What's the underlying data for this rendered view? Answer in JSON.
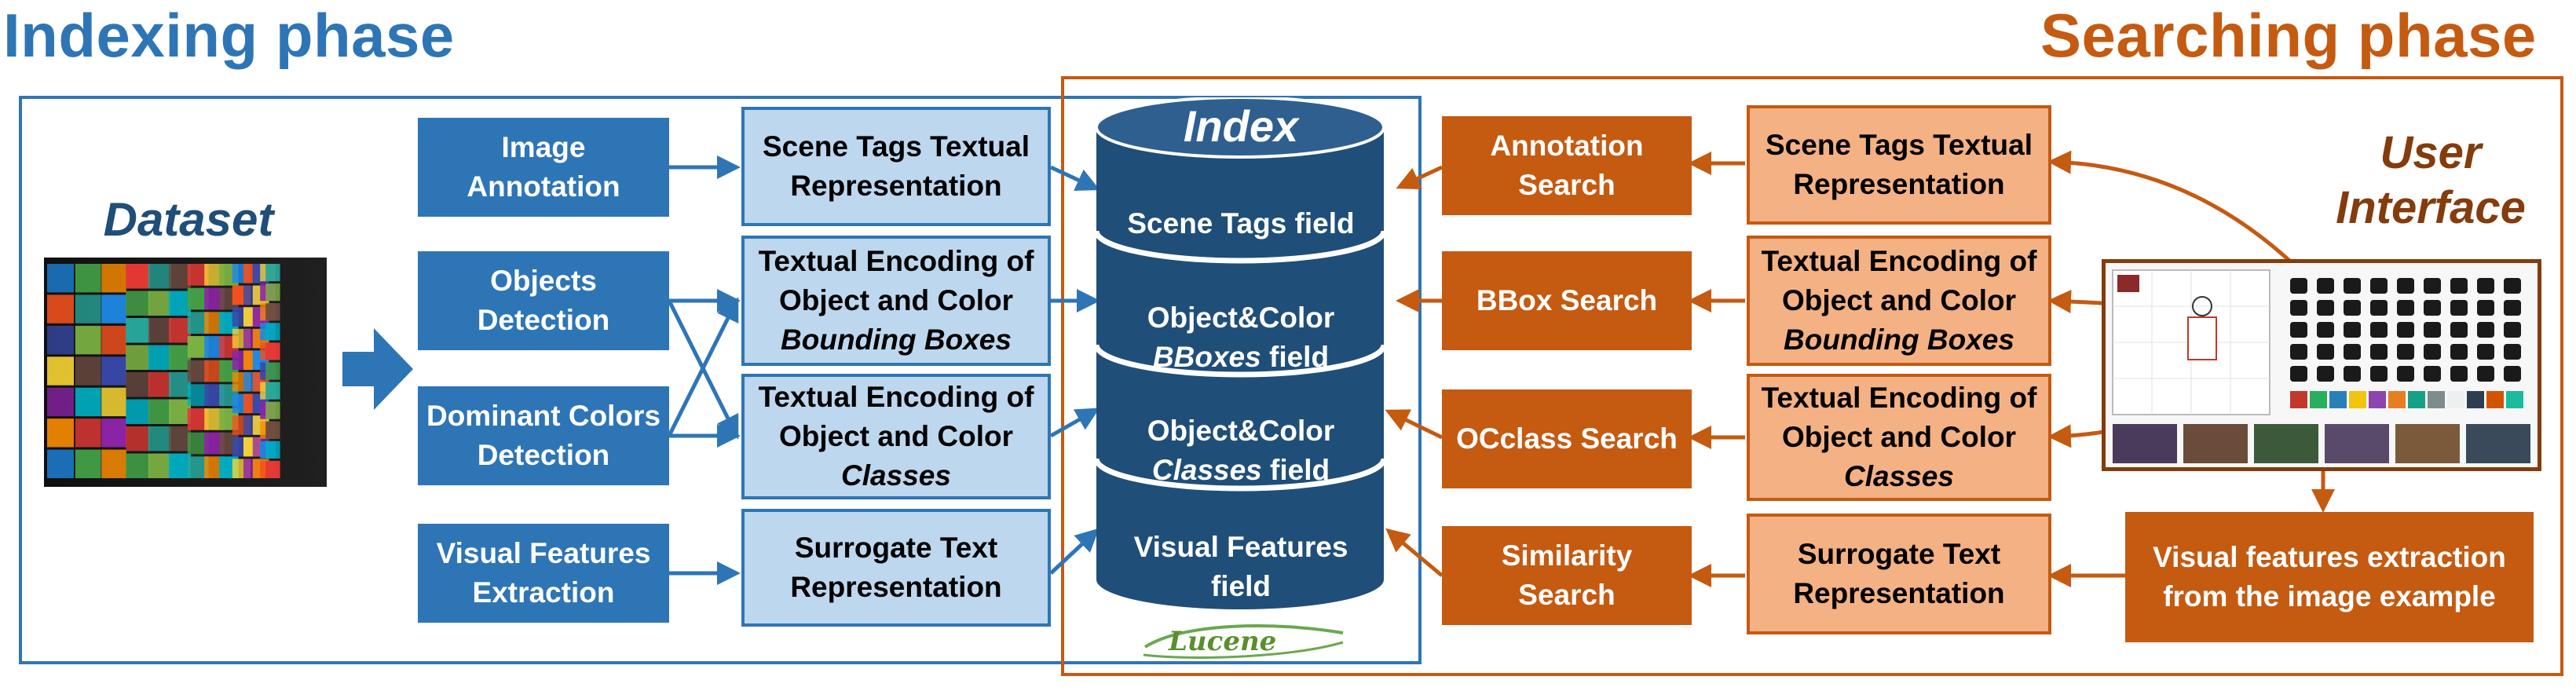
{
  "titles": {
    "indexing": "Indexing phase",
    "searching": "Searching phase"
  },
  "dataset_label": "Dataset",
  "user_interface_label": "User\nInterface",
  "index": {
    "title": "Index",
    "fields": [
      {
        "line1": "Scene Tags field",
        "line2": ""
      },
      {
        "line1": "Object&Color",
        "line2_italic": "BBoxes",
        "line2_rest": " field"
      },
      {
        "line1": "Object&Color",
        "line2_italic": "Classes",
        "line2_rest": " field"
      },
      {
        "line1": "Visual Features",
        "line2": "field"
      }
    ],
    "logo_text": "Lucene"
  },
  "indexing": {
    "processes": [
      "Image\nAnnotation",
      "Objects\nDetection",
      "Dominant Colors\nDetection",
      "Visual Features\nExtraction"
    ],
    "representations": [
      {
        "l1": "Scene Tags Textual",
        "l2": "Representation",
        "l3": ""
      },
      {
        "l1": "Textual Encoding of",
        "l2": "Object and Color",
        "l3": "Bounding Boxes"
      },
      {
        "l1": "Textual Encoding of",
        "l2": "Object and Color",
        "l3": "Classes"
      },
      {
        "l1": "Surrogate Text",
        "l2": "Representation",
        "l3": ""
      }
    ]
  },
  "searching": {
    "searches": [
      "Annotation\nSearch",
      "BBox Search",
      "OCclass Search",
      "Similarity\nSearch"
    ],
    "representations": [
      {
        "l1": "Scene Tags Textual",
        "l2": "Representation",
        "l3": ""
      },
      {
        "l1": "Textual Encoding of",
        "l2": "Object and Color",
        "l3": "Bounding Boxes"
      },
      {
        "l1": "Textual Encoding of",
        "l2": "Object and Color",
        "l3": "Classes"
      },
      {
        "l1": "Surrogate Text",
        "l2": "Representation",
        "l3": ""
      }
    ],
    "feature_extraction": "Visual features extraction\nfrom the image example"
  },
  "colors": {
    "blue_dark": "#2e75b6",
    "blue_light": "#bdd7ee",
    "blue_title": "#2e75b6",
    "index_navy": "#1f4e79",
    "orange_dark": "#c55a11",
    "orange_light": "#f4b183",
    "orange_title": "#c55a11",
    "ui_label": "#843c0c"
  }
}
